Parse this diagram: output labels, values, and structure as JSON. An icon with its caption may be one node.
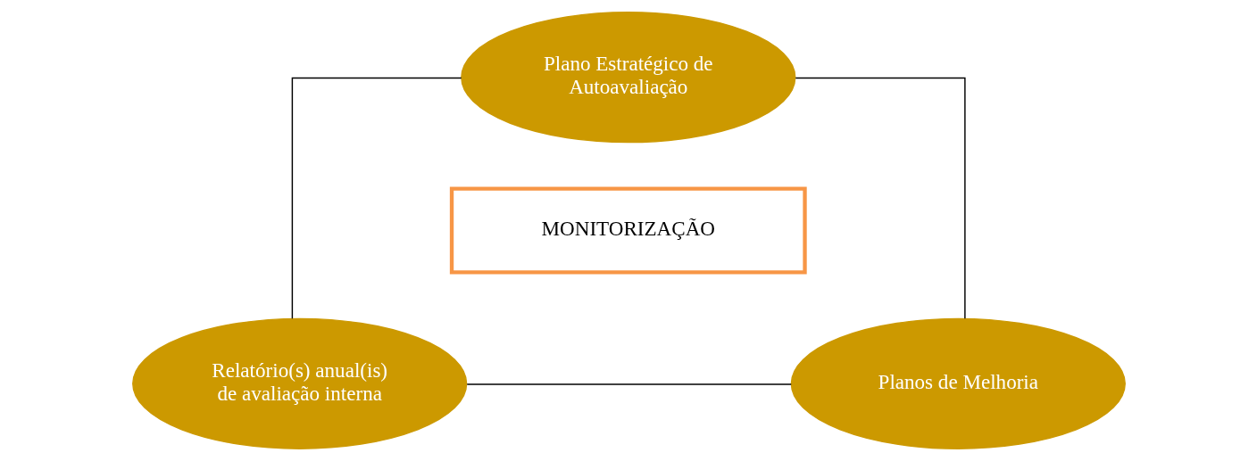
{
  "diagram": {
    "nodes": [
      {
        "text": [
          "Plano Estratégico de Autoavaliação"
        ]
      },
      {
        "text": [
          "MONITORIZAÇÃO"
        ]
      },
      {
        "text": [
          "Relatório(s) anual(is) de avaliação interna"
        ]
      },
      {
        "text": [
          "Planos de Melhoria"
        ]
      }
    ],
    "edges": [
      {
        "from": 0,
        "to": 3,
        "arrow": "none"
      },
      {
        "from": 3,
        "to": 2,
        "arrow": "none"
      },
      {
        "from": 2,
        "to": 0,
        "arrow": "none"
      }
    ]
  }
}
